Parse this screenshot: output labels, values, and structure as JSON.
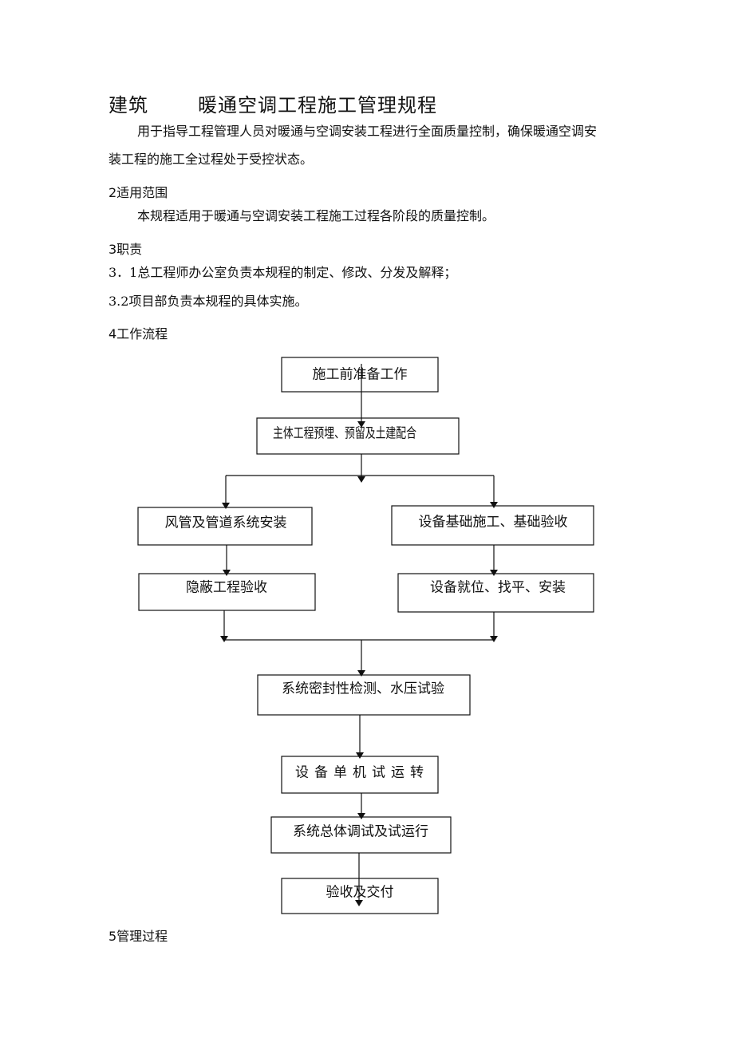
{
  "title": {
    "left": "建筑",
    "main": "暖通空调工程施工管理规程"
  },
  "intro": {
    "line1": "用于指导工程管理人员对暖通与空调安装工程进行全面质量控制，确保暖通空调安",
    "line2": "装工程的施工全过程处于受控状态。"
  },
  "section2": {
    "heading": "2适用范围",
    "body": "本规程适用于暖通与空调安装工程施工过程各阶段的质量控制。"
  },
  "section3": {
    "heading": "3职责",
    "item1": "3．1总工程师办公室负责本规程的制定、修改、分发及解释；",
    "item2": "3.2项目部负责本规程的具体实施。"
  },
  "section4": {
    "heading": "4工作流程"
  },
  "flow": {
    "step1": "施工前准备工作",
    "step2": "主体工程预埋、预留及土建配合",
    "left1": "风管及管道系统安装",
    "left2": "隐蔽工程验收",
    "right1": "设备基础施工、基础验收",
    "right2": "设备就位、找平、安装",
    "step5": "系统密封性检测、水压试验",
    "step6": "设备单机试运转",
    "step7": "系统总体调试及试运行",
    "step8": "验收及交付"
  },
  "section5": {
    "heading": "5管理过程"
  }
}
